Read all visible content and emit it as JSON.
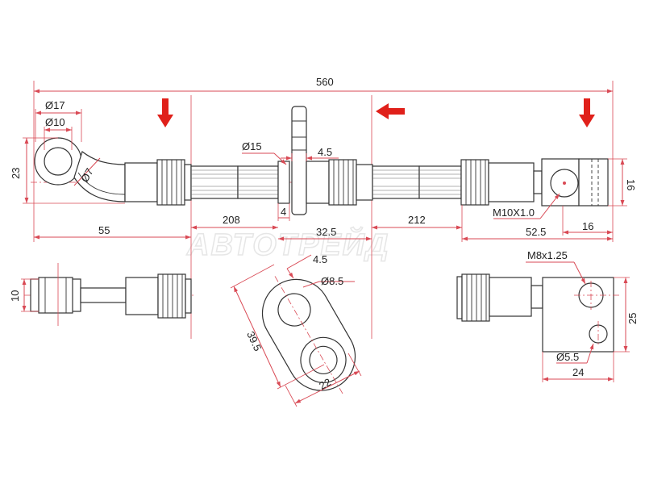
{
  "watermark": "АВТОТРЕЙД",
  "colors": {
    "dimension": "#d94a55",
    "outline": "#333333",
    "arrow": "#e0201a"
  },
  "dims": {
    "total_length": "560",
    "eye_outer_dia": "Ø17",
    "eye_inner_dia": "Ø10",
    "eye_height": "23",
    "bend_dia": "Ø7",
    "seg_left": "55",
    "bracket_dia": "Ø15",
    "bracket_thk": "4.5",
    "bracket_gap": "4",
    "seg_208": "208",
    "seg_212": "212",
    "seg_32_5": "32.5",
    "seg_52_5": "52.5",
    "fitting_thread": "M10X1.0",
    "fitting_width": "16",
    "fitting_height": "16",
    "left_view_height": "10",
    "plate_thk": "4.5",
    "plate_hole": "Ø8.5",
    "plate_length": "39.5",
    "plate_width": "22",
    "block_thread": "M8x1.25",
    "block_height": "25",
    "block_hole": "Ø5.5",
    "block_width": "24"
  }
}
